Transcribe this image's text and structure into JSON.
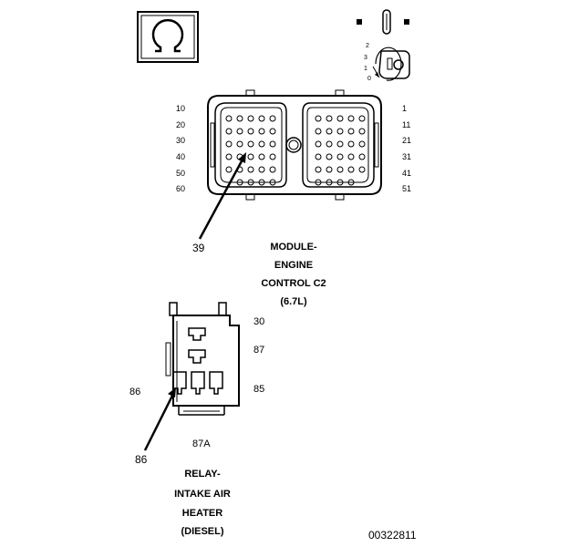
{
  "connector_c2": {
    "pin_labels_left": [
      "10",
      "20",
      "30",
      "40",
      "50",
      "60"
    ],
    "pin_labels_right": [
      "1",
      "11",
      "21",
      "31",
      "41",
      "51"
    ],
    "callout_pin": "39",
    "title_lines": [
      "MODULE-",
      "ENGINE",
      "CONTROL C2",
      "(6.7L)"
    ]
  },
  "relay": {
    "terminal_labels": {
      "t30": "30",
      "t87": "87",
      "t86_side": "86",
      "t85": "85",
      "t87a": "87A"
    },
    "callout_pin": "86",
    "title_lines": [
      "RELAY-",
      "INTAKE AIR",
      "HEATER",
      "(DIESEL)"
    ]
  },
  "key_pin_labels": [
    "2",
    "3",
    "1",
    "0"
  ],
  "figure_id": "00322811",
  "icons": {
    "connector_view_symbol": "omega-symbol-icon",
    "lock_tab": "lock-tab-icon",
    "key_lock": "key-lock-icon"
  }
}
